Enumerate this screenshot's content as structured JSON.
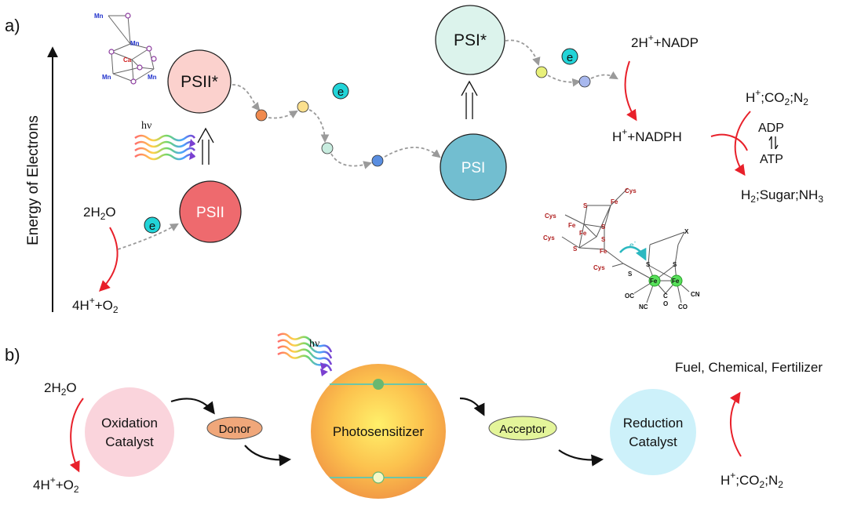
{
  "panel_a": {
    "label": "a)",
    "axis_label": "Energy of Electrons",
    "nodes": {
      "psii": "PSII",
      "psii_star": "PSII*",
      "psi": "PSI",
      "psi_star": "PSI*"
    },
    "electron": "e",
    "electron_minus": "e",
    "light": "hν",
    "water": {
      "pre": "2H",
      "sub": "2",
      "post": "O"
    },
    "oxygen": {
      "pre": "4H",
      "sup": "+",
      "mid": "+O",
      "sub": "2"
    },
    "nadp": {
      "pre": "2H",
      "sup": "+",
      "post": "+NADP"
    },
    "nadph": {
      "pre": "H",
      "sup": "+",
      "post": "+NADPH"
    },
    "reactants": {
      "pre": "H",
      "sup": "+",
      "a": ";CO",
      "sub1": "2",
      "b": ";N",
      "sub2": "2"
    },
    "adp": "ADP",
    "atp": "ATP",
    "products": {
      "pre": "H",
      "sub1": "2",
      "a": ";Sugar;NH",
      "sub2": "3"
    },
    "mn_cluster": {
      "atoms": [
        "Mn",
        "Mn",
        "Ca",
        "Mn",
        "Mn"
      ]
    },
    "fe_cluster": {
      "cys": [
        "Cys",
        "Cys",
        "Cys",
        "Cys"
      ],
      "s": [
        "S",
        "S",
        "S",
        "S",
        "S",
        "S",
        "S"
      ],
      "fe": [
        "Fe",
        "Fe",
        "Fe",
        "Fe",
        "Fe",
        "Fe"
      ],
      "x": "X",
      "ligands": [
        "OC",
        "NC",
        "C",
        "O",
        "CN",
        "CO"
      ]
    }
  },
  "panel_b": {
    "label": "b)",
    "light": "hν",
    "water": {
      "pre": "2H",
      "sub": "2",
      "post": "O"
    },
    "oxygen": {
      "pre": "4H",
      "sup": "+",
      "mid": "+O",
      "sub": "2"
    },
    "oxidation_catalyst": [
      "Oxidation",
      "Catalyst"
    ],
    "donor": "Donor",
    "photosensitizer": "Photosensitizer",
    "acceptor": "Acceptor",
    "reduction_catalyst": [
      "Reduction",
      "Catalyst"
    ],
    "products": "Fuel, Chemical, Fertilizer",
    "reactants": {
      "pre": "H",
      "sup": "+",
      "a": ";CO",
      "sub1": "2",
      "b": ";N",
      "sub2": "2"
    }
  },
  "colors": {
    "psii": "#ee6a6e",
    "psii_star": "#fbd1cd",
    "psi": "#72bed0",
    "psi_star": "#dcf3ec",
    "electron": "#22d4d8",
    "red_arrow": "#e8202a",
    "dashed_arrow": "#9a9a9a",
    "oxidation": "#fad4dc",
    "reduction": "#cdf1fa",
    "donor": "#f0a77a",
    "acceptor": "#e4f59a"
  }
}
